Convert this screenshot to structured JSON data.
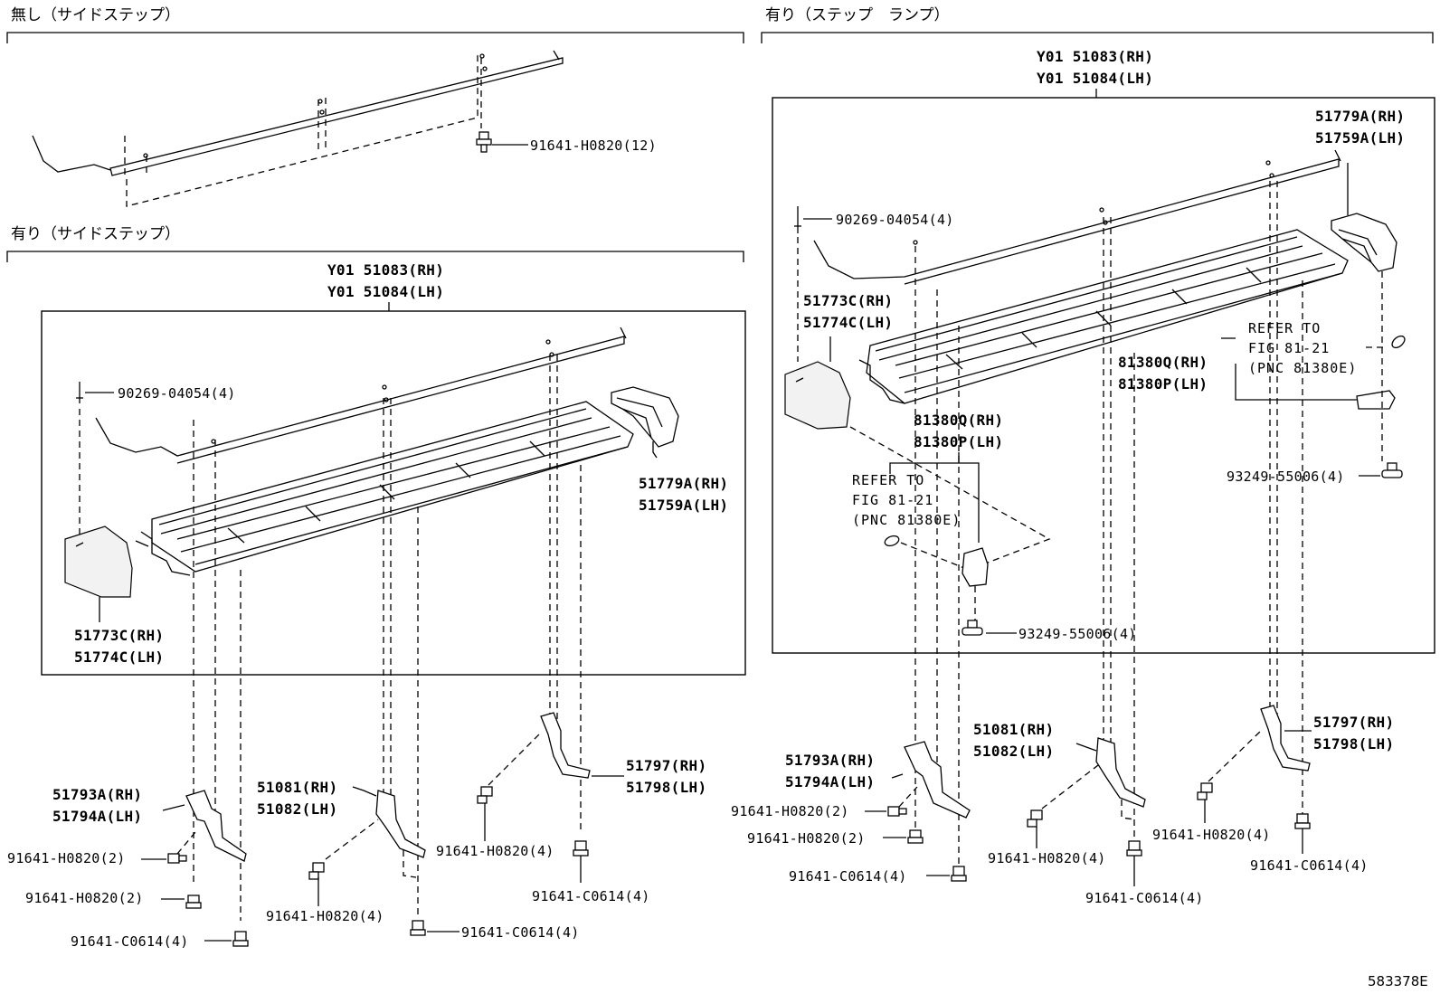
{
  "sections": {
    "no_step": "無し（サイドステップ）",
    "with_step": "有り（サイドステップ）",
    "with_lamp": "有り（ステップ　ランプ）"
  },
  "assembly": {
    "rh": "Y01 51083(RH)",
    "lh": "Y01 51084(LH)"
  },
  "labels": {
    "bolt_12": "91641-H0820(12)",
    "screw": "90269-04054(4)",
    "end_front_rh": "51779A(RH)",
    "end_front_lh": "51759A(LH)",
    "end_rear_rh": "51773C(RH)",
    "end_rear_lh": "51774C(LH)",
    "brk_a_rh": "51793A(RH)",
    "brk_a_lh": "51794A(LH)",
    "brk_b_rh": "51081(RH)",
    "brk_b_lh": "51082(LH)",
    "brk_c_rh": "51797(RH)",
    "brk_c_lh": "51798(LH)",
    "bolt_h": "91641-H0820(2)",
    "bolt_h4": "91641-H0820(4)",
    "bolt_c": "91641-C0614(4)",
    "lamp_rh": "81380Q(RH)",
    "lamp_lh": "81380P(LH)",
    "refer1": "REFER TO",
    "refer2": "FIG 81-21",
    "refer3": "(PNC 81380E)",
    "lamp_bolt": "93249-55006(4)"
  },
  "figure_code": "583378E"
}
